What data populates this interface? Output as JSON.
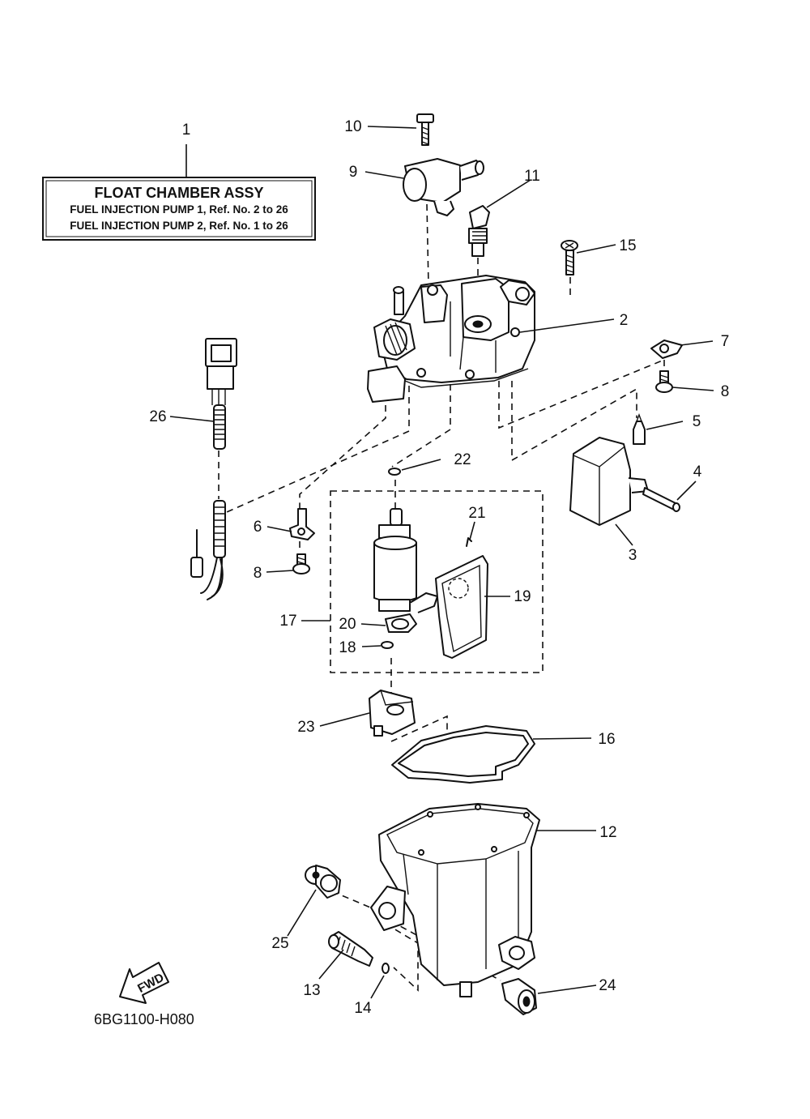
{
  "title_box": {
    "heading": "FLOAT CHAMBER ASSY",
    "line1": "FUEL INJECTION PUMP 1,  Ref. No. 2 to 26",
    "line2": "FUEL INJECTION PUMP 2,  Ref. No. 1 to 26"
  },
  "drawing_code": "6BG1100-H080",
  "fwd_label": "FWD",
  "callouts": {
    "c1": "1",
    "c2": "2",
    "c3": "3",
    "c4": "4",
    "c5": "5",
    "c6": "6",
    "c7": "7",
    "c8a": "8",
    "c8b": "8",
    "c9": "9",
    "c10": "10",
    "c11": "11",
    "c12": "12",
    "c13": "13",
    "c14": "14",
    "c15": "15",
    "c16": "16",
    "c17": "17",
    "c18": "18",
    "c19": "19",
    "c20": "20",
    "c21": "21",
    "c22": "22",
    "c23": "23",
    "c24": "24",
    "c25": "25",
    "c26": "26"
  },
  "icons": [
    "fwd-arrow-icon"
  ]
}
